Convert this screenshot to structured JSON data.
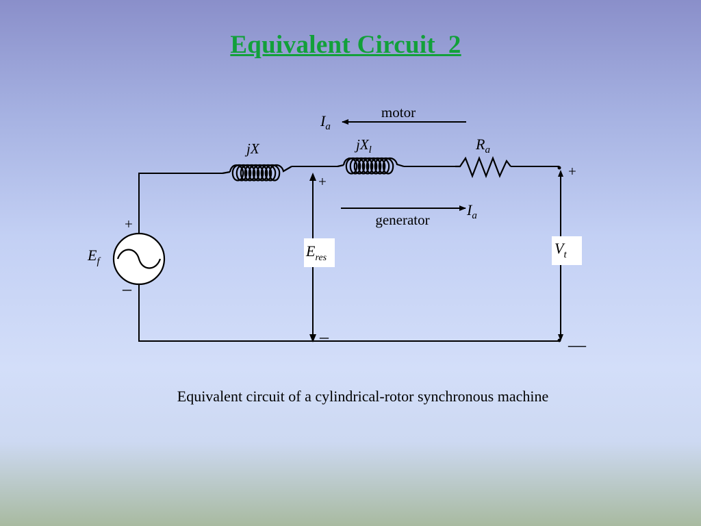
{
  "slide": {
    "title": "Equivalent Circuit_2",
    "caption": "Equivalent circuit of a cylindrical-rotor synchronous machine"
  },
  "diagram": {
    "motor_label": "motor",
    "generator_label": "generator",
    "current_main": "I",
    "current_sub": "a",
    "sync_reactance_main": "jX",
    "leakage_reactance_main": "jX",
    "leakage_reactance_sub": "l",
    "resistance_main": "R",
    "resistance_sub": "a",
    "source_main": "E",
    "source_sub": "f",
    "resultant_main": "E",
    "resultant_sub": "res",
    "terminal_main": "V",
    "terminal_sub": "t",
    "plus_sign": "+",
    "minus_sign": "–",
    "minus_long": "—"
  }
}
